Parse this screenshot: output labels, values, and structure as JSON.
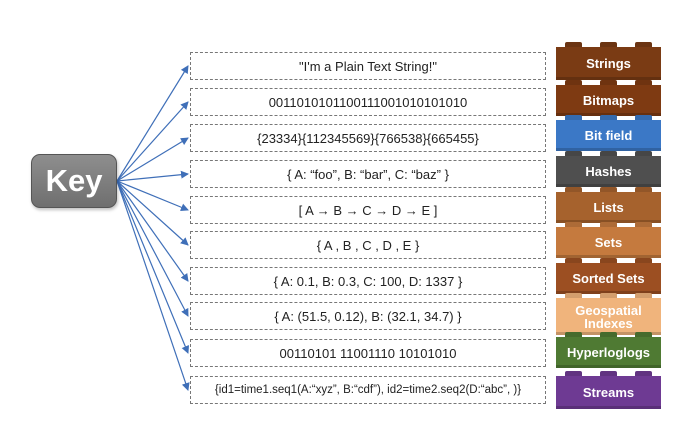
{
  "key": {
    "label": "Key"
  },
  "rows": [
    {
      "value": "\"I'm a Plain Text String!\"",
      "type": "Strings",
      "color": "#7a3b14"
    },
    {
      "value": "0011010101100111001010101010",
      "type": "Bitmaps",
      "color": "#7e3a12"
    },
    {
      "value": "{23334}{112345569}{766538}{665455}",
      "type": "Bit field",
      "color": "#3b78c6"
    },
    {
      "value": "{ A: “foo”, B: “bar”, C: “baz”  }",
      "type": "Hashes",
      "color": "#4f4f4f"
    },
    {
      "value": "[ A → B → C → D → E ]",
      "type": "Lists",
      "color": "#a6622d"
    },
    {
      "value": "{  A , B , C , D , E  }",
      "type": "Sets",
      "color": "#c57a3e"
    },
    {
      "value": "{ A: 0.1, B: 0.3, C: 100, D: 1337 }",
      "type": "Sorted Sets",
      "color": "#9c4f22"
    },
    {
      "value": "{ A: (51.5, 0.12), B: (32.1, 34.7)  }",
      "type": "Geospatial Indexes",
      "color": "#f0b47c"
    },
    {
      "value": "00110101 11001110 10101010",
      "type": "Hyperloglogs",
      "color": "#4f7a33"
    },
    {
      "value": "{id1=time1.seq1(A:“xyz”, B:“cdf”), id2=time2.seq2(D:“abc”, )}",
      "type": "Streams",
      "color": "#6e3a93"
    }
  ]
}
